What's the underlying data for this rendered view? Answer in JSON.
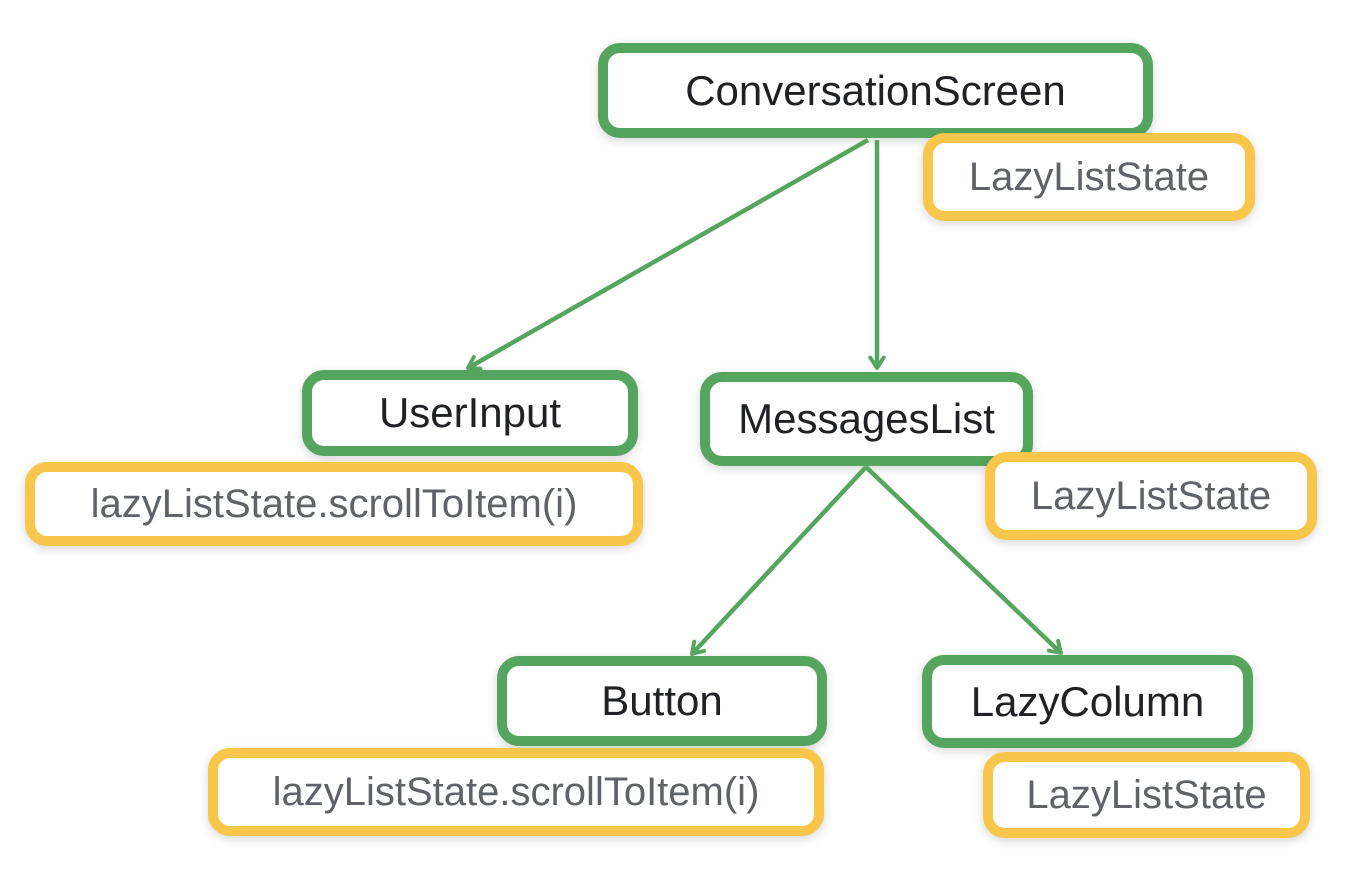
{
  "colors": {
    "background": "#FFFFFF",
    "accent_green": "#55A55E",
    "accent_yellow": "#F7C64B",
    "node_text": "#202124",
    "state_text": "#5F6368"
  },
  "nodes": [
    {
      "id": "conversation-screen",
      "label": "ConversationScreen"
    },
    {
      "id": "user-input",
      "label": "UserInput"
    },
    {
      "id": "messages-list",
      "label": "MessagesList"
    },
    {
      "id": "button",
      "label": "Button"
    },
    {
      "id": "lazy-column",
      "label": "LazyColumn"
    }
  ],
  "states": [
    {
      "attached_to": "ConversationScreen",
      "label": "LazyListState"
    },
    {
      "attached_to": "UserInput",
      "label": "lazyListState.scrollToItem(i)"
    },
    {
      "attached_to": "MessagesList",
      "label": "LazyListState"
    },
    {
      "attached_to": "Button",
      "label": "lazyListState.scrollToItem(i)"
    },
    {
      "attached_to": "LazyColumn",
      "label": "LazyListState"
    }
  ],
  "edges": [
    {
      "from": "ConversationScreen",
      "to": "UserInput"
    },
    {
      "from": "ConversationScreen",
      "to": "MessagesList"
    },
    {
      "from": "MessagesList",
      "to": "Button"
    },
    {
      "from": "MessagesList",
      "to": "LazyColumn"
    }
  ]
}
